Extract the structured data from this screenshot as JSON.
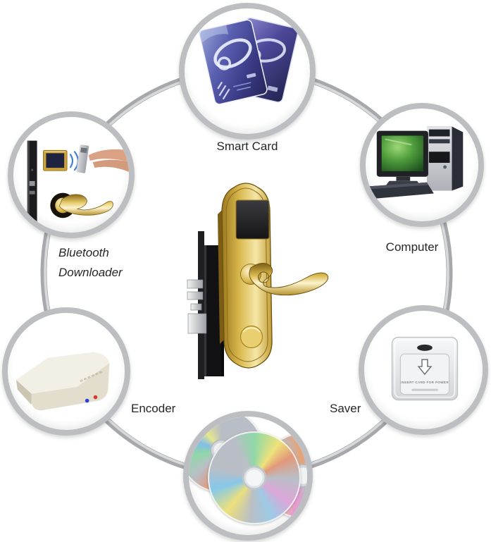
{
  "canvas": {
    "background": "#ffffff"
  },
  "ring": {
    "outer_color": "#a6a8ab",
    "highlight_color": "#d8d9db"
  },
  "nodes": {
    "smart_card": {
      "label": "Smart Card",
      "icon": "smart-cards-image"
    },
    "computer": {
      "label": "Computer",
      "icon": "desktop-computer-image"
    },
    "saver": {
      "label": "Saver",
      "icon": "energy-saver-switch-image",
      "device_text": "INSERT CARD FOR POWER"
    },
    "software": {
      "icon": "cd-discs-image"
    },
    "encoder": {
      "label": "Encoder",
      "icon": "card-encoder-image"
    },
    "bluetooth_downloader": {
      "label_line1": "Bluetooth",
      "label_line2": "Downloader",
      "icon": "bluetooth-downloader-scene-image"
    }
  },
  "center": {
    "icon": "hotel-door-lock-image"
  },
  "colors": {
    "label_text": "#262626",
    "node_ring": "#bcbec1",
    "gold": "#d4af37",
    "screen_green": "#5cb84e",
    "bluetooth_blue": "#3f7fd6",
    "led_blue": "#2b3fd6",
    "led_red": "#d63a2b"
  }
}
